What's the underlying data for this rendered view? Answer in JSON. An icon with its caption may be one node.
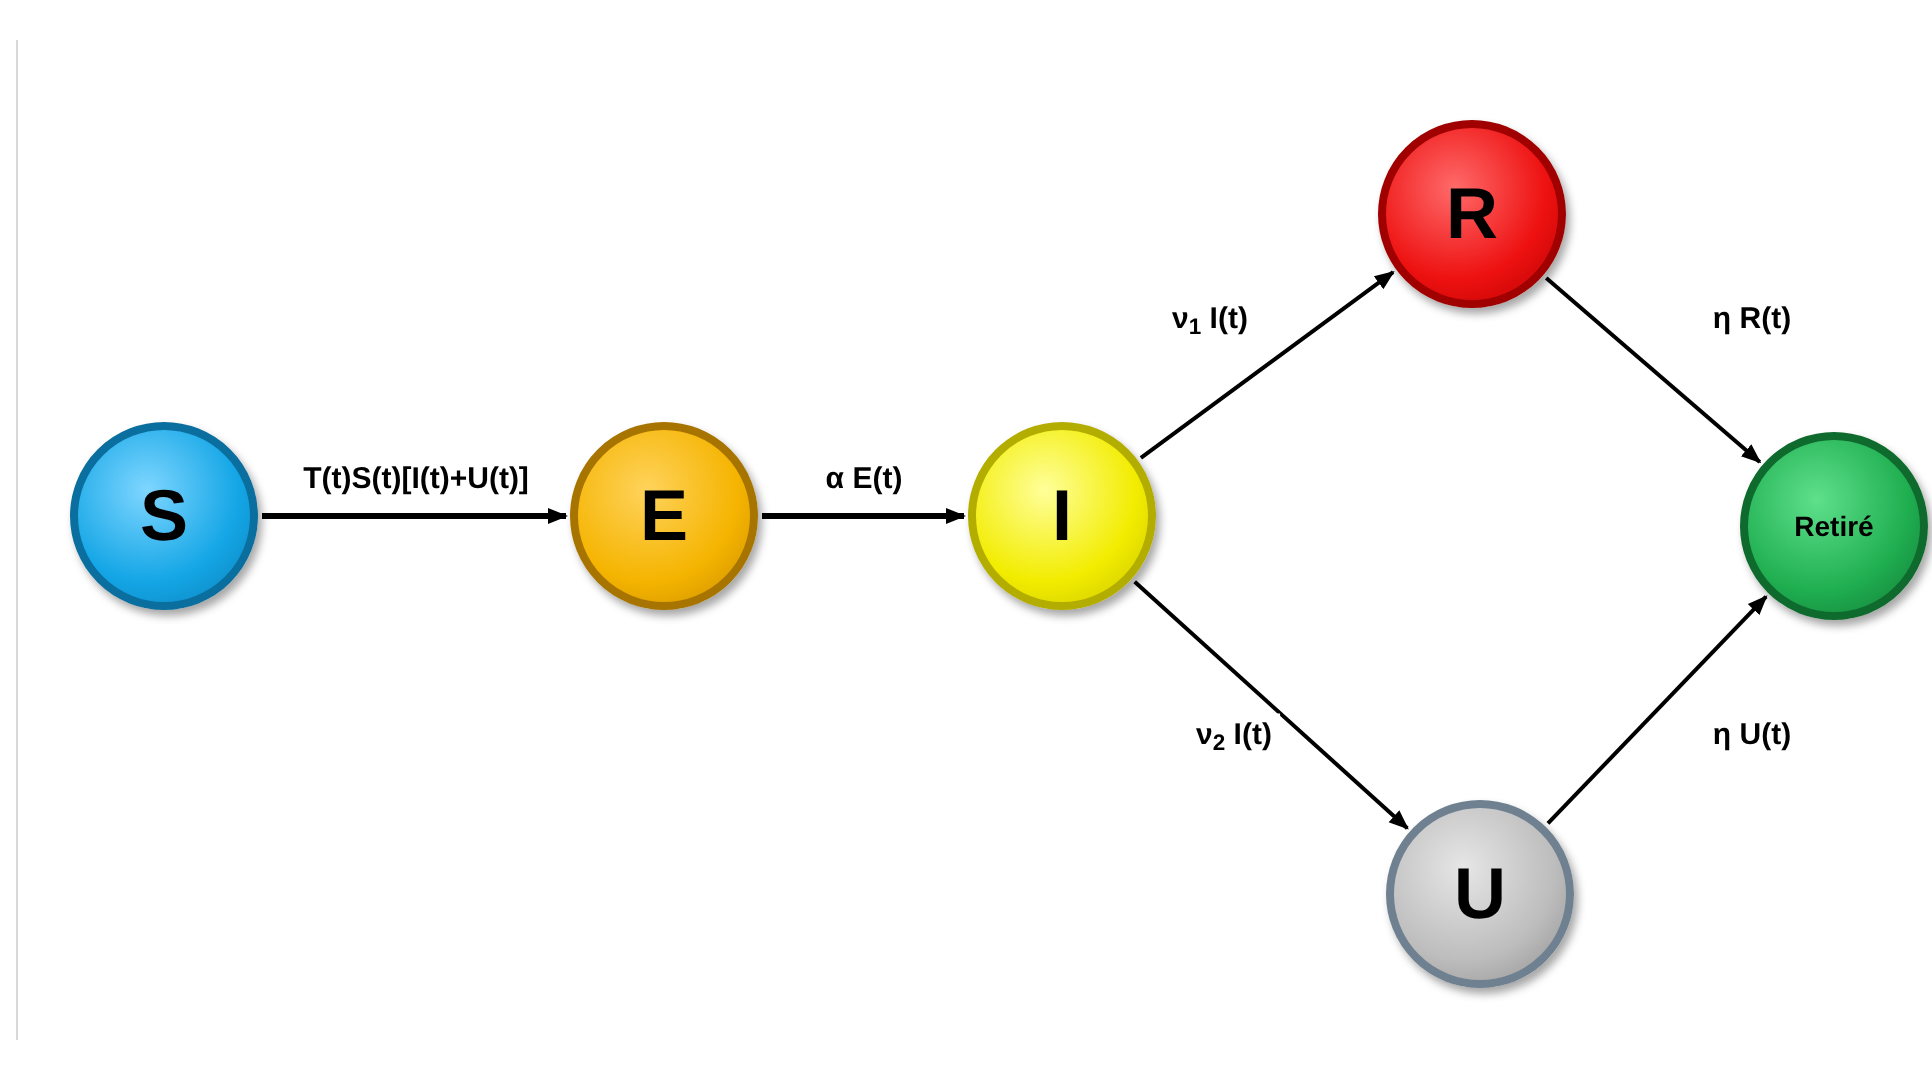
{
  "diagram": {
    "nodes": [
      {
        "text": [
          "S"
        ]
      },
      {
        "text": [
          "E"
        ]
      },
      {
        "text": [
          "I"
        ]
      },
      {
        "text": [
          "R"
        ]
      },
      {
        "text": [
          "U"
        ]
      },
      {
        "text": [
          "Retiré"
        ]
      }
    ],
    "edges": [
      {
        "from": 0,
        "to": 1,
        "arrow": "to",
        "label": "T(t)S(t)[I(t)+U(t)]"
      },
      {
        "from": 1,
        "to": 2,
        "arrow": "to",
        "label": "α E(t)"
      },
      {
        "from": 2,
        "to": 3,
        "arrow": "to",
        "label": "ν$_{1}$ I(t)"
      },
      {
        "from": 2,
        "to": 4,
        "arrow": "to",
        "label": "ν$_{2}$ I(t)"
      },
      {
        "from": 3,
        "to": 5,
        "arrow": "to",
        "label": "η R(t)"
      },
      {
        "from": 4,
        "to": 5,
        "arrow": "to",
        "label": "η U(t)"
      }
    ]
  }
}
